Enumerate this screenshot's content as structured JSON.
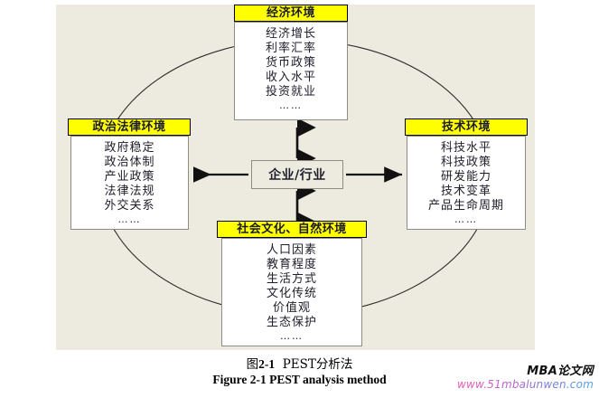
{
  "figure": {
    "background_color": "#edebe0",
    "highlight_color": "#ffff00",
    "center": {
      "label": "企业/行业"
    },
    "groups": {
      "economic": {
        "header": "经济环境",
        "items": [
          "经济增长",
          "利率汇率",
          "货币政策",
          "收入水平",
          "投资就业",
          "……"
        ]
      },
      "political": {
        "header": "政治法律环境",
        "items": [
          "政府稳定",
          "政治体制",
          "产业政策",
          "法律法规",
          "外交关系",
          "……"
        ]
      },
      "technological": {
        "header": "技术环境",
        "items": [
          "科技水平",
          "科技政策",
          "研发能力",
          "技术变革",
          "产品生命周期",
          "……"
        ]
      },
      "social": {
        "header": "社会文化、自然环境",
        "items": [
          "人口因素",
          "教育程度",
          "生活方式",
          "文化传统",
          "价值观",
          "生态保护",
          "……"
        ]
      }
    }
  },
  "caption": {
    "chinese_prefix": "图",
    "chinese_number": "2-1",
    "chinese_title": "PEST分析法",
    "english": "Figure 2-1  PEST analysis method"
  },
  "watermark": {
    "brand": "MBA论文网",
    "url": "www.51mbalunwen.com"
  }
}
